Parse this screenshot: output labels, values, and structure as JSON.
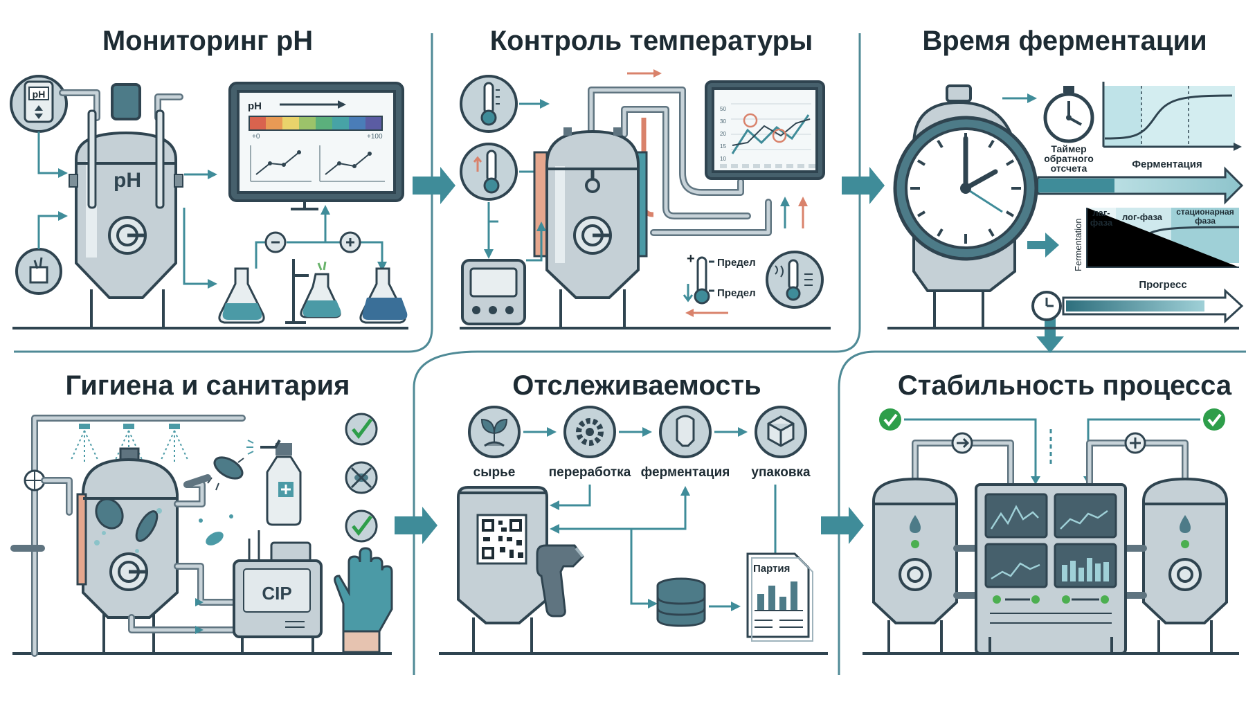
{
  "panels": {
    "ph": {
      "title": "Мониторинг pH",
      "tank_label": "pH",
      "badge": "pH",
      "screen_label": "pH",
      "scale_min": "+0",
      "scale_max": "+100"
    },
    "temperature": {
      "title": "Контроль температуры",
      "limit_upper": "Предел",
      "limit_lower": "Предел",
      "chart_ticks": [
        "50",
        "30",
        "20",
        "15",
        "10"
      ]
    },
    "fermentation_time": {
      "title": "Время ферментации",
      "timer_label": "Таймер обратного отсчета",
      "fermentation_label": "Ферментация",
      "phase_lag": "лаг-фаза",
      "phase_log": "лог-фаза",
      "phase_stationary": "стационарная фаза",
      "axis_label": "Fermentation",
      "progress_label": "Прогресс"
    },
    "hygiene": {
      "title": "Гигиена и санитария",
      "cip_label": "CIP"
    },
    "traceability": {
      "title": "Отслеживаемость",
      "steps": [
        "сырье",
        "переработка",
        "ферментация",
        "упаковка"
      ],
      "batch_label": "Партия"
    },
    "stability": {
      "title": "Стабильность процесса"
    }
  },
  "colors": {
    "accent": "#3f8c99",
    "outline": "#2f4450",
    "steel": "#c5d0d6",
    "heat": "#d9826b",
    "check": "#2e9e4a"
  }
}
